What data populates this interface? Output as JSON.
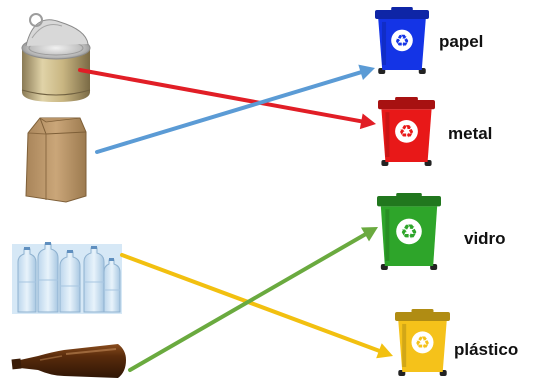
{
  "items": [
    {
      "icon": "tin-can-icon"
    },
    {
      "icon": "paper-bag-icon"
    },
    {
      "icon": "plastic-bottles-icon"
    },
    {
      "icon": "glass-bottle-icon"
    }
  ],
  "bins": [
    {
      "label": "papel",
      "color": "#1434e6",
      "icon": "blue-recycling-bin-icon"
    },
    {
      "label": "metal",
      "color": "#e81818",
      "icon": "red-recycling-bin-icon"
    },
    {
      "label": "vidro",
      "color": "#2ea52a",
      "icon": "green-recycling-bin-icon"
    },
    {
      "label": "plástico",
      "color": "#f5c21a",
      "icon": "yellow-recycling-bin-icon"
    }
  ],
  "connections": [
    {
      "from_item": 0,
      "to_bin": 1,
      "color": "#e11e26"
    },
    {
      "from_item": 1,
      "to_bin": 0,
      "color": "#5b9bd5"
    },
    {
      "from_item": 2,
      "to_bin": 3,
      "color": "#f2c010"
    },
    {
      "from_item": 3,
      "to_bin": 2,
      "color": "#6aaa3f"
    }
  ]
}
